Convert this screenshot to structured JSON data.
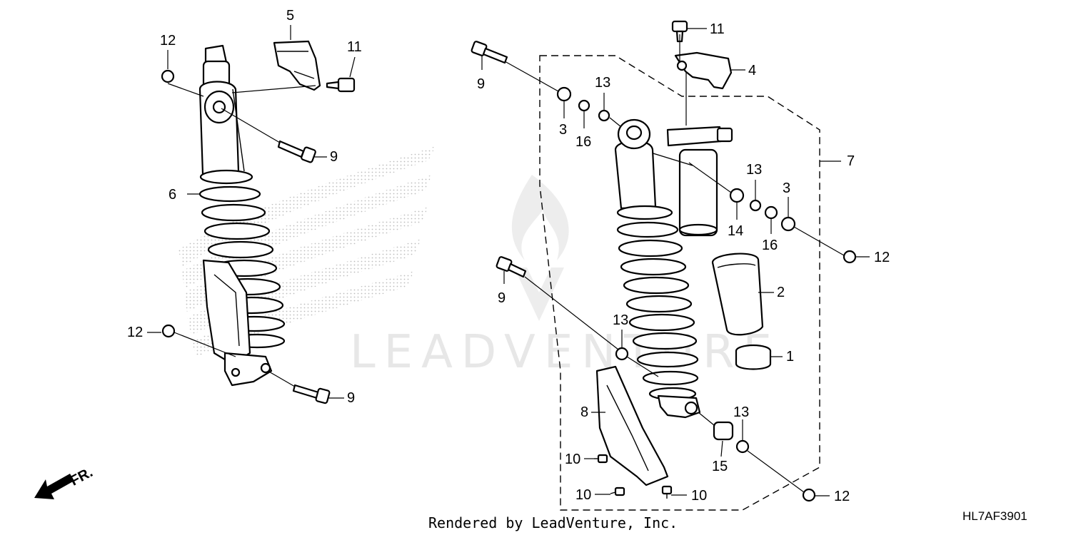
{
  "watermark": {
    "text": "LEADVENTURE"
  },
  "footer": {
    "credit": "Rendered by LeadVenture, Inc.",
    "diagram_code": "HL7AF3901"
  },
  "direction": {
    "label": "FR."
  },
  "callouts": {
    "c1": "1",
    "c2": "2",
    "c3a": "3",
    "c3b": "3",
    "c4": "4",
    "c5": "5",
    "c6": "6",
    "c7": "7",
    "c8": "8",
    "c9a": "9",
    "c9b": "9",
    "c9c": "9",
    "c9d": "9",
    "c10a": "10",
    "c10b": "10",
    "c10c": "10",
    "c11a": "11",
    "c11b": "11",
    "c12a": "12",
    "c12b": "12",
    "c12c": "12",
    "c12d": "12",
    "c13a": "13",
    "c13b": "13",
    "c13c": "13",
    "c13d": "13",
    "c14": "14",
    "c15": "15",
    "c16a": "16",
    "c16b": "16"
  }
}
